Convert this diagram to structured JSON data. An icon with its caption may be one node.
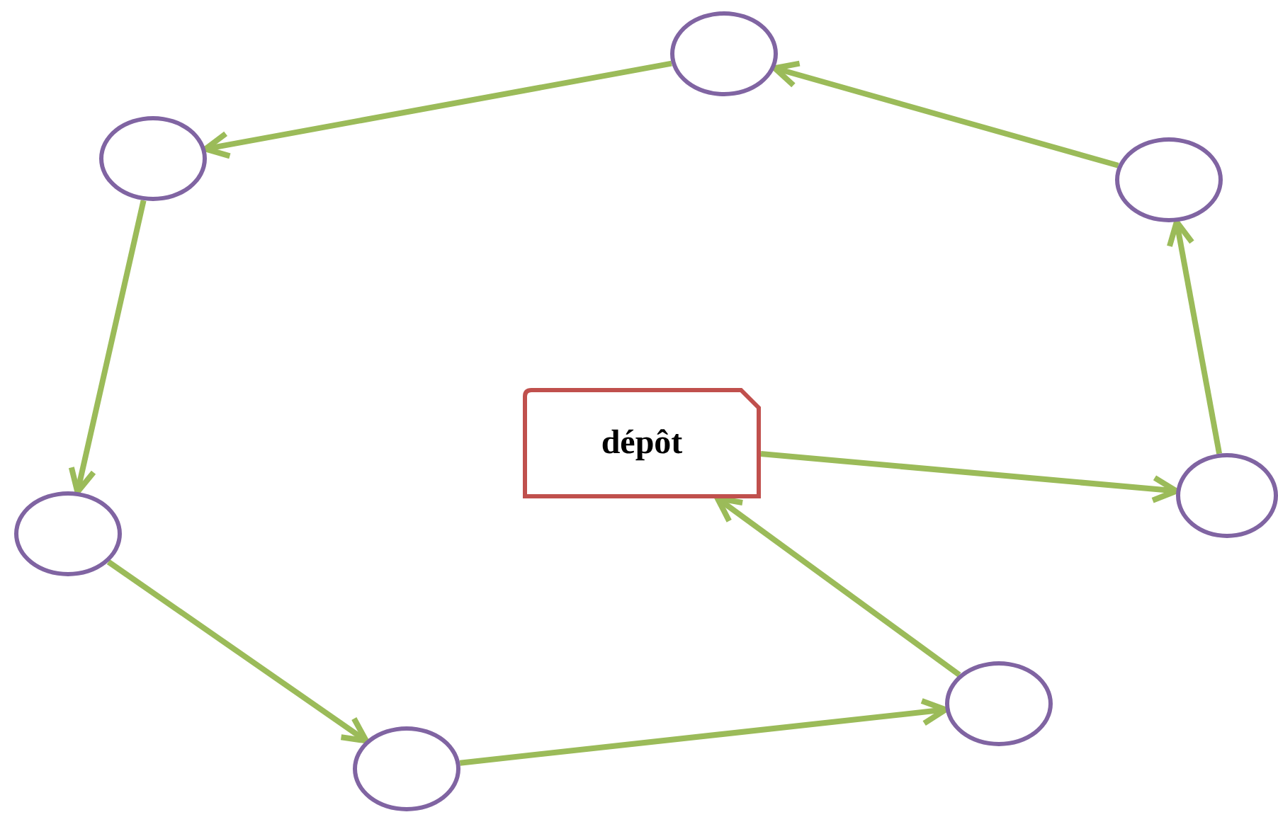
{
  "diagram": {
    "nodes": [
      {
        "text": [],
        "shape": "circle"
      },
      {
        "text": [],
        "shape": "circle"
      },
      {
        "text": [],
        "shape": "circle"
      },
      {
        "text": [
          "dépôt"
        ]
      },
      {
        "text": [],
        "shape": "circle"
      },
      {
        "text": [],
        "shape": "circle"
      },
      {
        "text": [],
        "shape": "circle"
      },
      {
        "text": [],
        "shape": "circle"
      }
    ],
    "edges": [
      {
        "from": 3,
        "to": 4,
        "arrow": "to"
      },
      {
        "from": 4,
        "to": 2,
        "arrow": "to"
      },
      {
        "from": 2,
        "to": 0,
        "arrow": "to"
      },
      {
        "from": 0,
        "to": 1,
        "arrow": "to"
      },
      {
        "from": 1,
        "to": 5,
        "arrow": "to"
      },
      {
        "from": 5,
        "to": 7,
        "arrow": "to"
      },
      {
        "from": 7,
        "to": 6,
        "arrow": "to"
      },
      {
        "from": 6,
        "to": 3,
        "arrow": "to"
      }
    ]
  }
}
